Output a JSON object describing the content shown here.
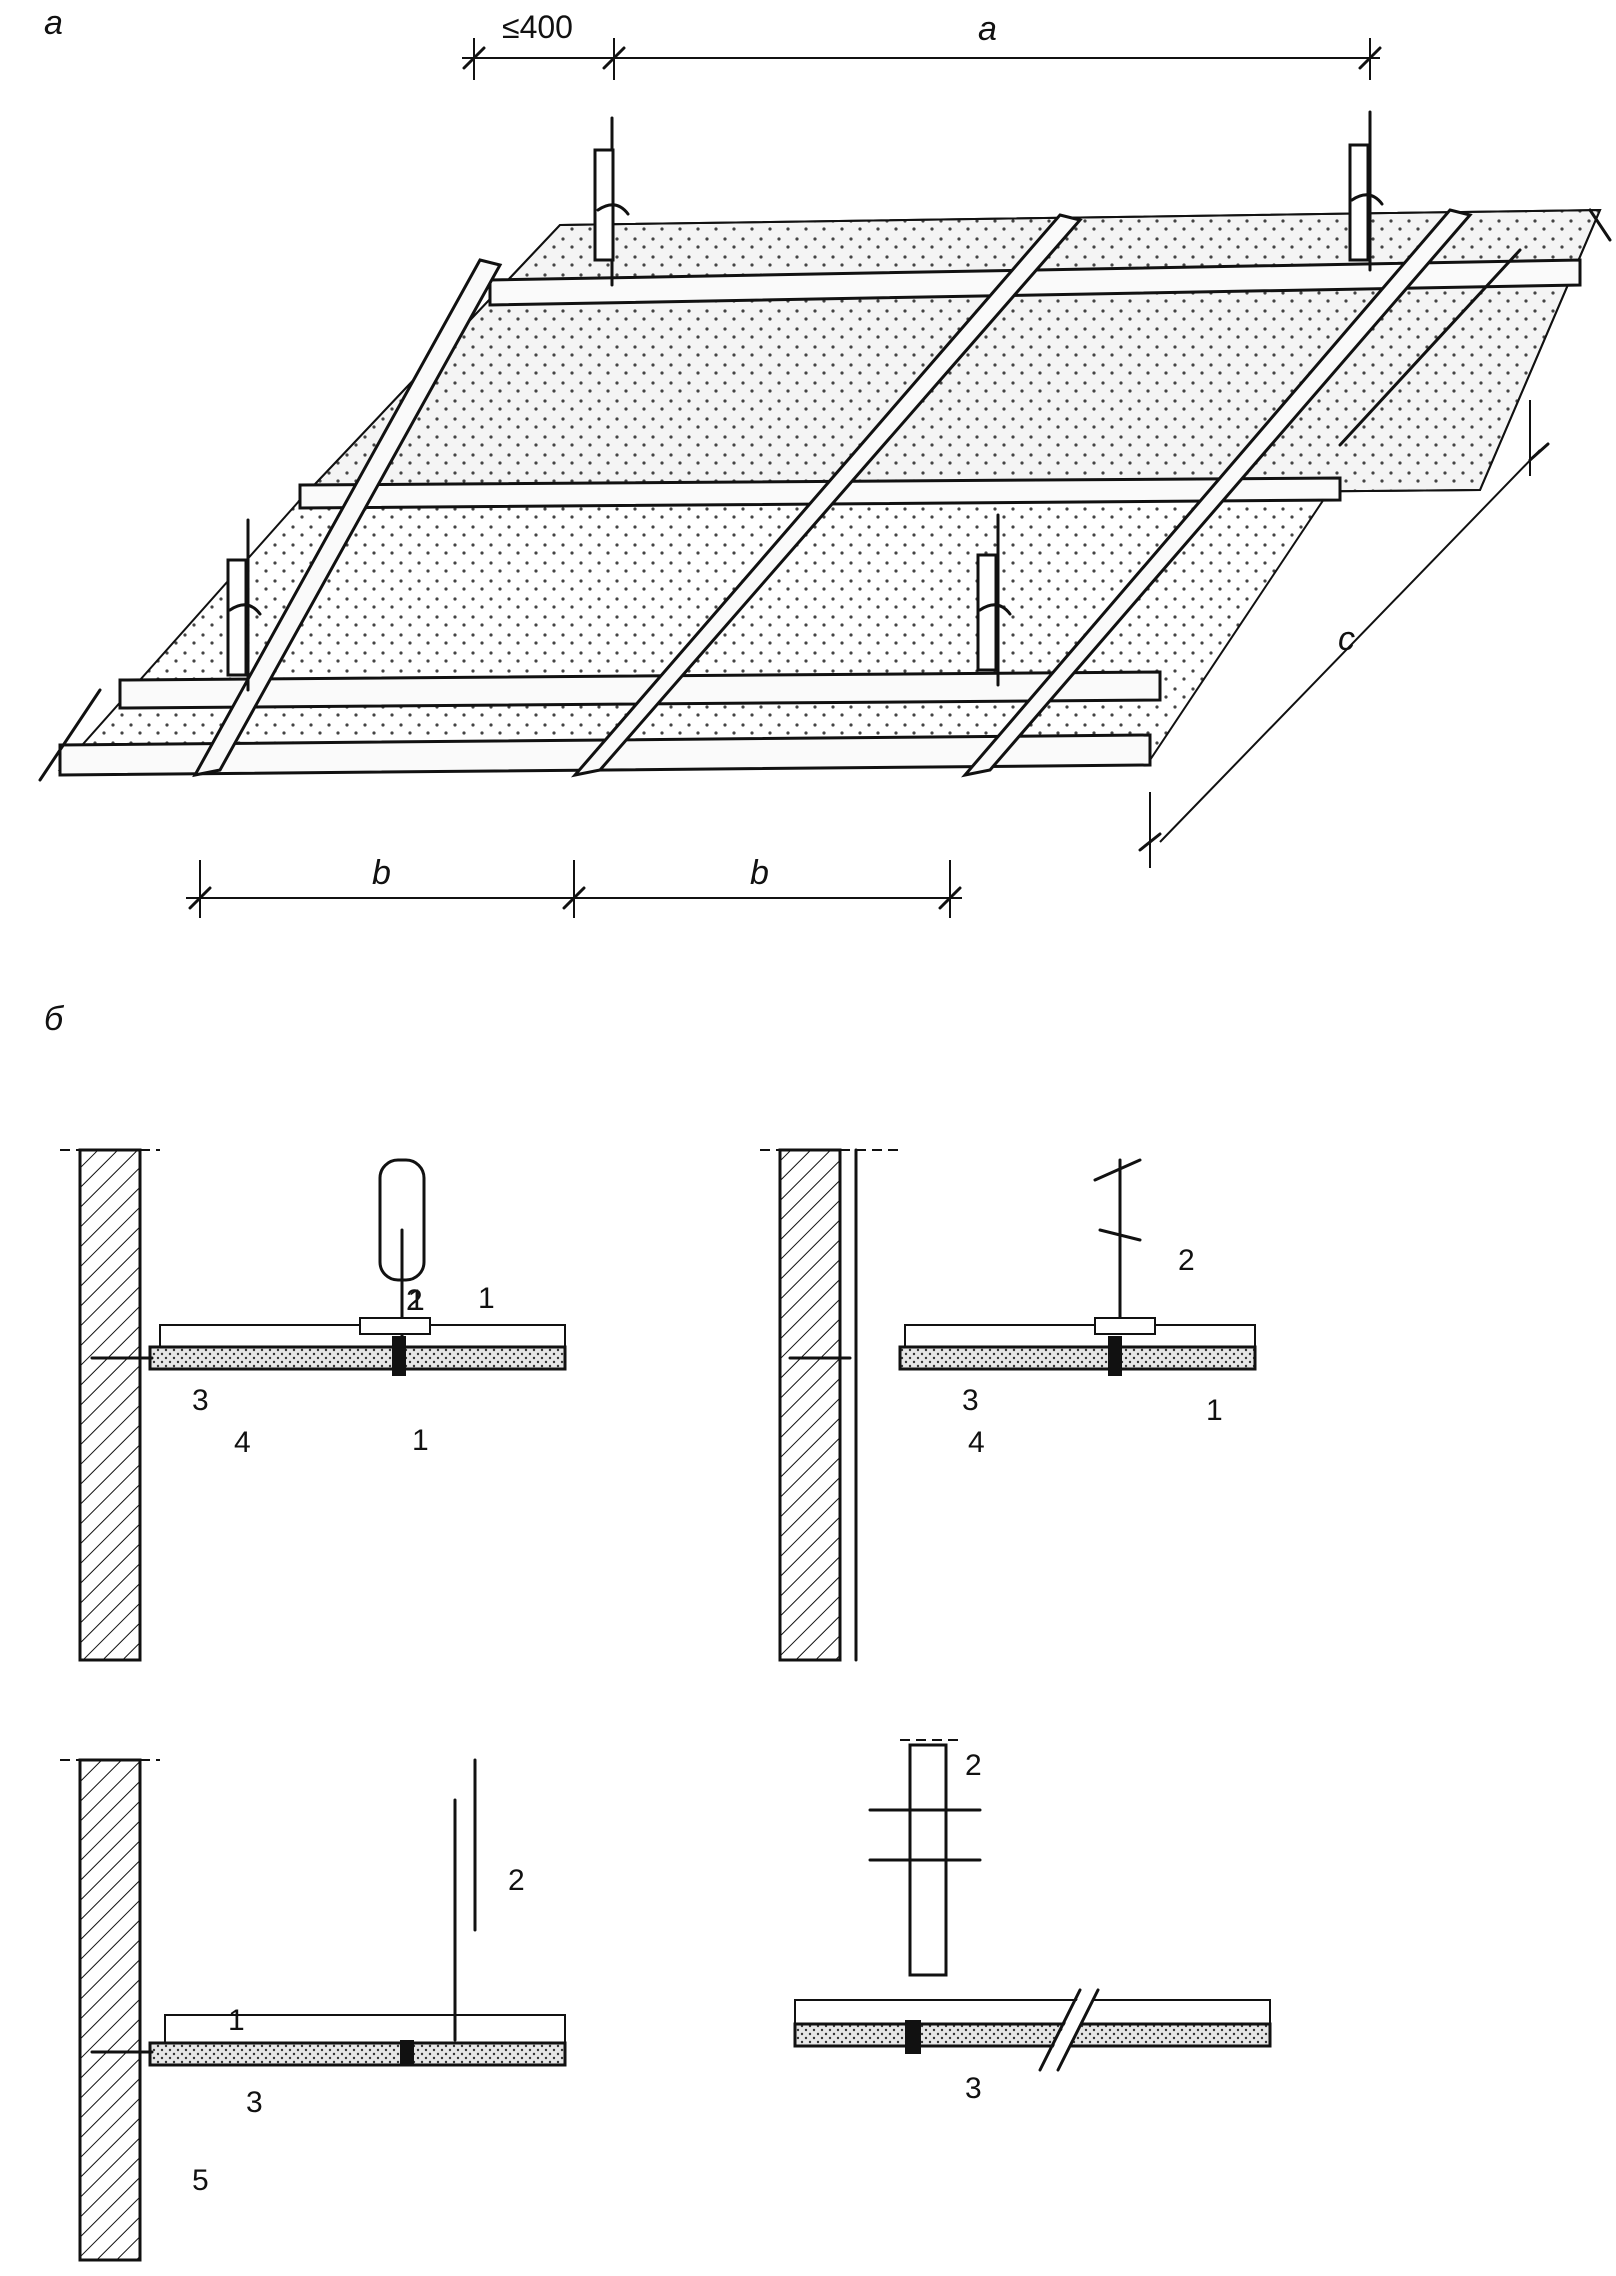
{
  "figure": {
    "part_a_label": "а",
    "part_b_label": "б",
    "dimensions": {
      "max_spacing": "≤400",
      "span_a": "a",
      "span_b_left": "b",
      "span_b_right": "b",
      "span_c": "c"
    },
    "details": [
      {
        "callouts": [
          "1",
          "2",
          "3",
          "4",
          "1"
        ]
      },
      {
        "callouts": [
          "2",
          "3",
          "4",
          "1"
        ]
      },
      {
        "callouts": [
          "1",
          "2",
          "3",
          "5"
        ]
      },
      {
        "callouts": [
          "2",
          "3"
        ]
      }
    ]
  }
}
